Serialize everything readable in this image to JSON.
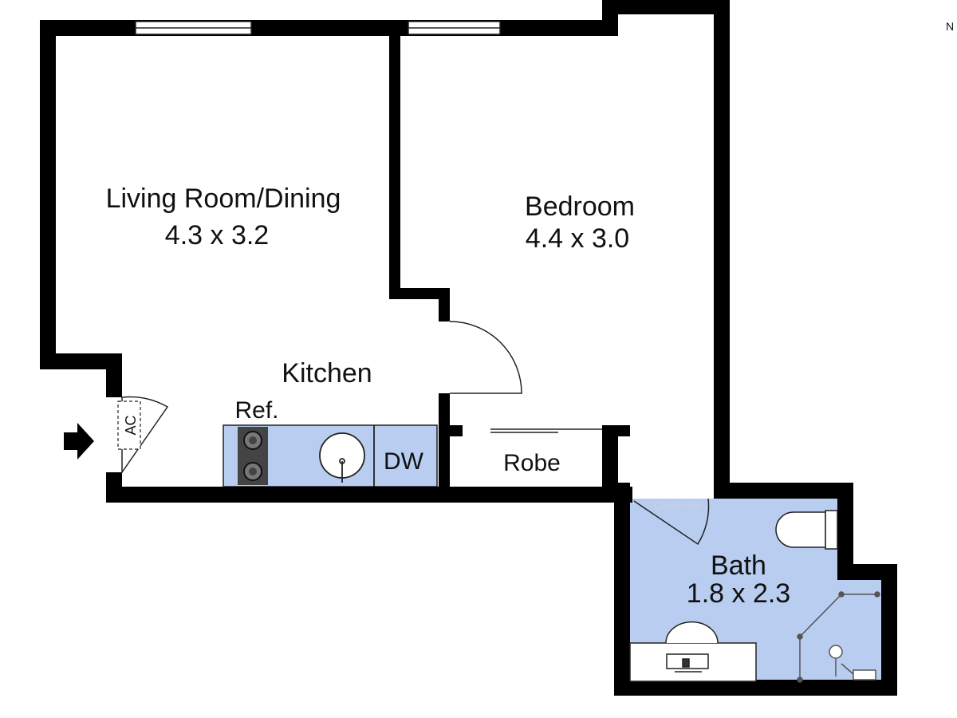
{
  "plan": {
    "north_label": "N",
    "colors": {
      "wall": "#000000",
      "wet_area": "#b8cdef",
      "line": "#222222"
    },
    "rooms": {
      "living": {
        "name": "Living Room/Dining",
        "dims": "4.3 x 3.2"
      },
      "bedroom": {
        "name": "Bedroom",
        "dims": "4.4 x 3.0"
      },
      "kitchen": {
        "name": "Kitchen"
      },
      "robe": {
        "name": "Robe"
      },
      "bath": {
        "name": "Bath",
        "dims": "1.8 x 2.3"
      }
    },
    "fixtures": {
      "ref": "Ref.",
      "dw": "DW",
      "ac": "AC"
    },
    "icons": [
      "entry-arrow-icon",
      "cooktop-icon",
      "sink-icon",
      "toilet-icon",
      "shower-icon",
      "basin-icon",
      "door-swing-icon"
    ]
  }
}
